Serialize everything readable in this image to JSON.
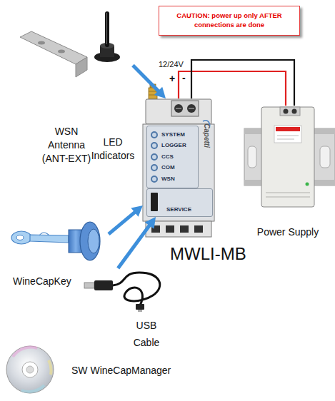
{
  "diagram": {
    "nodes": [
      {
        "text": [
          "CAUTION: power up only AFTER connections are done"
        ]
      },
      {
        "text": [
          "WSN Antenna (ANT-EXT)"
        ]
      },
      {
        "text": [
          "MWLI-MB"
        ]
      },
      {
        "text": [
          "SYSTEM",
          "LOGGER",
          "CCS",
          "COM",
          "WSN"
        ],
        "in": 2
      },
      {
        "text": [
          "SERVICE"
        ],
        "in": 2
      },
      {
        "text": [
          "Power Supply"
        ]
      },
      {
        "text": [
          "WineCapKey"
        ]
      },
      {
        "text": [
          "USB Cable"
        ]
      }
    ],
    "edges": [
      {
        "from": 1,
        "to": 2,
        "arrow": "to"
      },
      {
        "from": 2,
        "to": 5,
        "arrow": "none"
      },
      {
        "from": 2,
        "to": 5,
        "arrow": "none"
      },
      {
        "from": 6,
        "to": 2,
        "arrow": "to"
      },
      {
        "from": 7,
        "to": 4,
        "arrow": "to"
      }
    ],
    "labels": [
      "12/24V",
      "+",
      "-",
      "LED Indicators",
      "Capetti",
      "SW WineCapManager"
    ]
  }
}
